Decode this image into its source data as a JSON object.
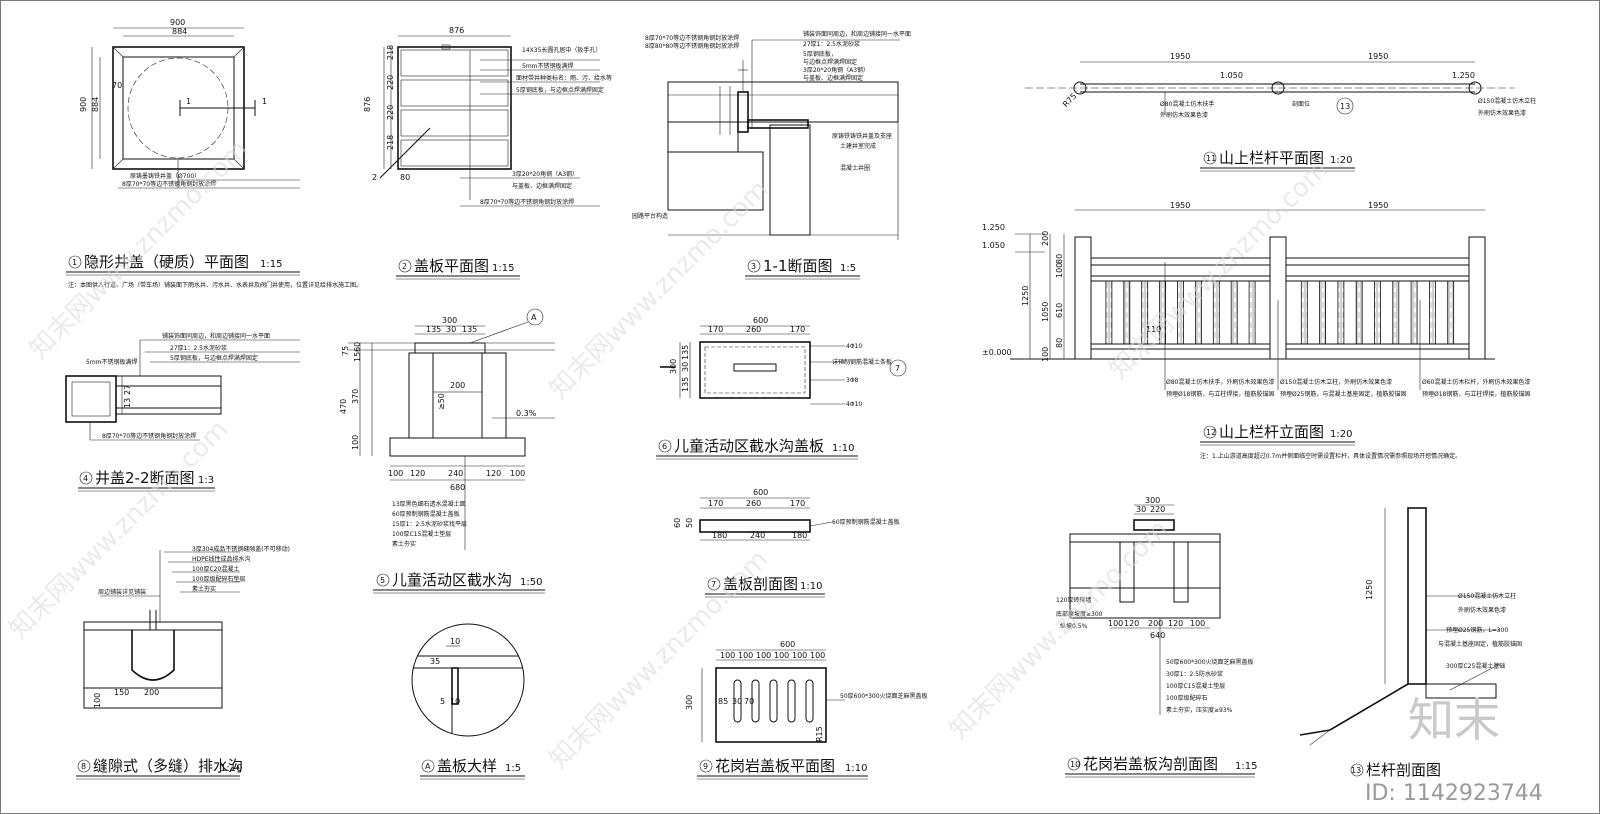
{
  "drawings": [
    {
      "num": "1",
      "title": "隐形井盖（硬质）平面图",
      "scale": "1:15"
    },
    {
      "num": "2",
      "title": "盖板平面图",
      "scale": "1:15"
    },
    {
      "num": "3",
      "title": "1-1断面图",
      "scale": "1:5"
    },
    {
      "num": "4",
      "title": "井盖2-2断面图",
      "scale": "1:3"
    },
    {
      "num": "5",
      "title": "儿童活动区截水沟",
      "scale": "1:50"
    },
    {
      "num": "6",
      "title": "儿童活动区截水沟盖板",
      "scale": "1:10"
    },
    {
      "num": "7",
      "title": "盖板剖面图",
      "scale": "1:10"
    },
    {
      "num": "8",
      "title": "缝隙式（多缝）排水沟",
      "scale": "1:10"
    },
    {
      "num": "A",
      "title": "盖板大样",
      "scale": "1:5"
    },
    {
      "num": "9",
      "title": "花岗岩盖板平面图",
      "scale": "1:10"
    },
    {
      "num": "10",
      "title": "花岗岩盖板沟剖面图",
      "scale": "1:15"
    },
    {
      "num": "11",
      "title": "山上栏杆平面图",
      "scale": "1:20"
    },
    {
      "num": "12",
      "title": "山上栏杆立面图",
      "scale": "1:20"
    },
    {
      "num": "13",
      "title": "栏杆剖面图",
      "scale": ""
    }
  ],
  "d1": {
    "dim_top_outer": "900",
    "dim_top_inner": "884",
    "dim_left_outer": "900",
    "dim_left_inner": "884",
    "dim_70": "70",
    "sec_a": "1",
    "sec_b": "1",
    "notes": [
      "原铸墨铸铁井盖（Ø700）",
      "8厚70*70等边不锈钢角钢封放涂焊"
    ],
    "remark": "注：本图供人行道、广场（带车场）铺装面下雨水井、污水井、水表井及阀门井使用，位置详见给排水施工图。"
  },
  "d2": {
    "dim_top": "876",
    "dim_left": "876",
    "rows": [
      "218",
      "220",
      "220",
      "218"
    ],
    "dim_80": "80",
    "sec": "2",
    "notes": [
      "14X35长圆孔居中（扳手孔）",
      "5mm不锈钢板满焊",
      "面材带井种类标名：雨、污、给水等",
      "5厚钢底板，与边框点焊满焊固定",
      "3厚20*20角钢（A3钢）",
      "与盖板、边框满焊固定",
      "8厚70*70等边不锈钢角钢封放涂焊"
    ]
  },
  "d3": {
    "notes_top": [
      "8厚70*70等边不锈钢角钢封放涂焊",
      "8厚80*80等边不锈钢角钢封放涂焊",
      "铺装饰面同周边，和周边铺接同一水平面",
      "27厚1：2.5水泥砂浆",
      "5厚钢底板，",
      "与边框点焊满焊固定",
      "3厚20*20角钢（A3钢）",
      "与盖板、边框满焊固定"
    ],
    "notes_right": [
      "原铸铁铸铁井盖及支座",
      "土建井室完成",
      "混凝土井圈"
    ],
    "note_bottom": "园路平台构造"
  },
  "d4": {
    "notes": [
      "铺装饰面同周边，和周边铺接同一水平面",
      "27厚1：2.5水泥砂浆",
      "5厚钢底板，与边框点焊满焊固定"
    ],
    "note_left": "5mm不锈钢板满焊",
    "note_bottom": "8厚70*70等边不锈钢角钢封放涂焊",
    "dims": [
      "27",
      "13"
    ]
  },
  "d5": {
    "top": [
      "300",
      "135",
      "30",
      "135"
    ],
    "left": [
      "75",
      "60",
      "15",
      "470",
      "370",
      "100"
    ],
    "inner": [
      "200",
      "≥50"
    ],
    "slope": "0.3%",
    "bottom": [
      "100",
      "120",
      "240",
      "120",
      "100"
    ],
    "total": "680",
    "callout": "A",
    "layers": [
      "13厚黑色细石透水混凝土面",
      "60厚预制钢筋混凝土盖板",
      "15厚1：2.5水泥砂浆找平层",
      "100厚C15混凝土垫层",
      "素土夯实"
    ]
  },
  "d6": {
    "total": "600",
    "parts": [
      "170",
      "260",
      "170"
    ],
    "left": [
      "300",
      "135",
      "30",
      "135"
    ],
    "tag": "7",
    "notes": [
      "4Φ10",
      "详预制钢筋混凝土条板",
      "3Φ8",
      "4Φ10"
    ]
  },
  "d7": {
    "total": "600",
    "parts": [
      "170",
      "260",
      "170"
    ],
    "left": [
      "60",
      "50"
    ],
    "bottom": [
      "180",
      "240",
      "180"
    ],
    "note": "60厚预制钢筋混凝土盖板"
  },
  "d8": {
    "notes": [
      "3厚304成品不锈钢缝隙盖(不可移动)",
      "HDPE线性成品排水沟",
      "100厚C20混凝土",
      "100厚级配碎石垫层",
      "素土夯实"
    ],
    "note_left": "周边铺装详见铺装",
    "dims": [
      "100",
      "150",
      "200"
    ]
  },
  "dA": {
    "dims": [
      "10",
      "35",
      "5",
      "10"
    ]
  },
  "d9": {
    "total": "600",
    "parts": [
      "100",
      "100",
      "100",
      "100",
      "100",
      "100"
    ],
    "small": [
      "85",
      "30",
      "70"
    ],
    "left": "300",
    "r": "R15",
    "note": "50厚600*300火烧面芝麻黑盖板"
  },
  "d10": {
    "top": [
      "300",
      "30",
      "220"
    ],
    "bottom": [
      "100",
      "120",
      "200",
      "120",
      "100"
    ],
    "total": "640",
    "notes_left": [
      "120厚砖砌墙",
      "底部原坡度≥300",
      "纵坡0.5%"
    ],
    "layers": [
      "50厚600*300火烧面芝麻黑盖板",
      "30厚1：2.5防水砂浆",
      "100厚C15混凝土垫层",
      "100厚级配碎石",
      "素土夯实，压实度≥93%"
    ]
  },
  "d11": {
    "dims": [
      "1950",
      "1950"
    ],
    "subs": [
      "1.050",
      "1.250"
    ],
    "r": "R75",
    "tag": "13",
    "notes": [
      "Ø80混凝土仿木扶手",
      "外刷仿木效果色漆",
      "Ø150混凝土仿木立柱",
      "外刷仿木效果色漆"
    ],
    "label": "剖面位"
  },
  "d12": {
    "dims": [
      "1950",
      "1950"
    ],
    "elev": [
      "1.250",
      "1.050",
      "±0.000"
    ],
    "left": [
      "200",
      "80",
      "100",
      "610",
      "1050",
      "1250",
      "80",
      "100"
    ],
    "mid": "110",
    "notes": [
      "Ø80混凝土仿木扶手，外刷仿木效果色漆",
      "预埋Ø18钢筋，与立柱焊接，植筋胶锚固",
      "Ø150混凝土仿木立柱，外刷仿木效果色漆",
      "预埋Ø25钢筋，与混凝土基座固定，植筋胶锚固",
      "Ø60混凝土仿木栏杆，外刷仿木效果色漆",
      "预埋Ø18钢筋，与立柱焊接，植筋胶锚固"
    ],
    "remark": "注：1.上山游道高度超过0.7m并侧面临空时需设置栏杆，具体设置情况需参照现场开挖情况确定。"
  },
  "d13": {
    "dim": "1250",
    "notes": [
      "Ø150混凝土仿木立柱",
      "外刷仿木效果色漆",
      "预埋Ø25钢筋，L=300",
      "与混凝土基座固定，植筋胶锚固",
      "300厚C25混凝土基础"
    ]
  },
  "watermark": {
    "text": "知末网www.znzmo.com",
    "logo": "知末",
    "id": "ID: 1142923744"
  }
}
